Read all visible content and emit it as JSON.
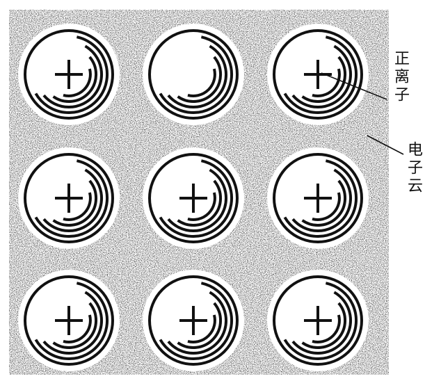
{
  "labels": {
    "positive_ion": "正离子",
    "electron_cloud": "电子云"
  },
  "lattice": {
    "rows": 3,
    "cols": 3,
    "center_symbol": "+",
    "empty_center_position": [
      0,
      1
    ]
  },
  "colors": {
    "cloud_background": "#8c8c8c",
    "ion_fill": "#ffffff",
    "stroke": "#111111"
  }
}
